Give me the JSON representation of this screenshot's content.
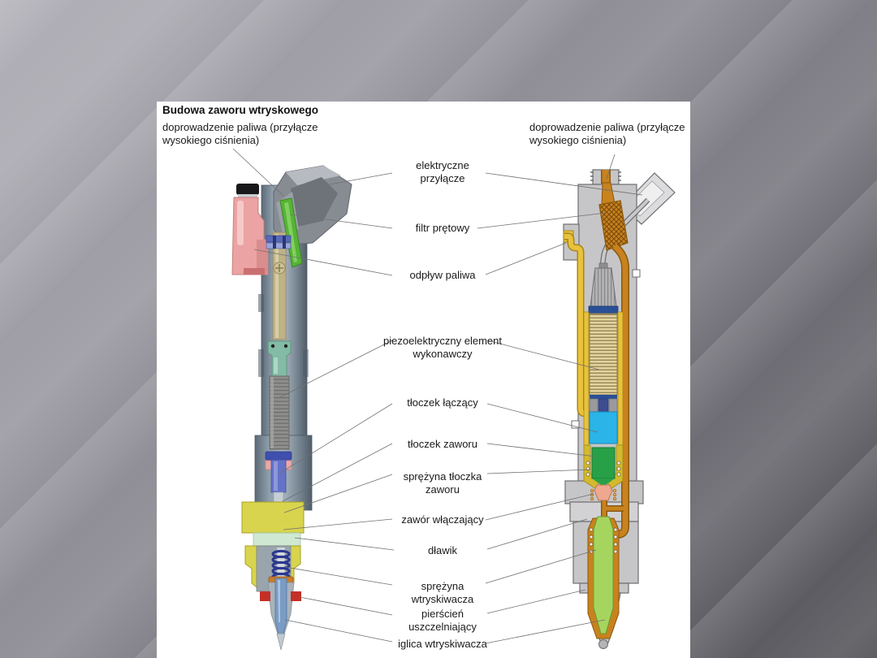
{
  "slide": {
    "title": "Budowa zaworu wtryskowego"
  },
  "diagram": {
    "fuel_supply_left": "doprowadzenie paliwa (przyłącze wysokiego ciśnienia)",
    "fuel_supply_right": "doprowadzenie paliwa (przyłącze wysokiego ciśnienia)",
    "callouts": [
      {
        "text": "elektryczne przyłącze"
      },
      {
        "text": "filtr prętowy"
      },
      {
        "text": "odpływ paliwa"
      },
      {
        "text": "piezoelektryczny element wykonawczy"
      },
      {
        "text": "tłoczek łączący"
      },
      {
        "text": "tłoczek zaworu"
      },
      {
        "text": "sprężyna tłoczka zaworu"
      },
      {
        "text": "zawór włączający"
      },
      {
        "text": "dławik"
      },
      {
        "text": "sprężyna wtryskiwacza"
      },
      {
        "text": "pierścień uszczelniający"
      },
      {
        "text": "iglica wtryskiwacza"
      }
    ],
    "colors": {
      "slide_bg_light": "#b4b3ba",
      "slide_bg_dark": "#555459",
      "panel_bg": "#ffffff",
      "text": "#1a1a1a",
      "leader_line": "#707070",
      "left_body_steel": "#7e8d99",
      "left_inlet_pink": "#eba3a3",
      "left_filter_green": "#56b435",
      "left_piezo_gray": "#8e8e8c",
      "left_piston_blue": "#6472c8",
      "left_nut_yellow": "#d9d44e",
      "left_seal_red": "#c43028",
      "right_body_gray": "#c6c6c8",
      "right_fuel_orange": "#c8821e",
      "right_return_yellow": "#e8c23c",
      "right_piezo_tan": "#e3d29c",
      "right_piston_cyan": "#2ab4e8",
      "right_piston_green": "#28a048",
      "right_valve_salmon": "#eda88e",
      "right_needle_green": "#a6d55f"
    }
  }
}
